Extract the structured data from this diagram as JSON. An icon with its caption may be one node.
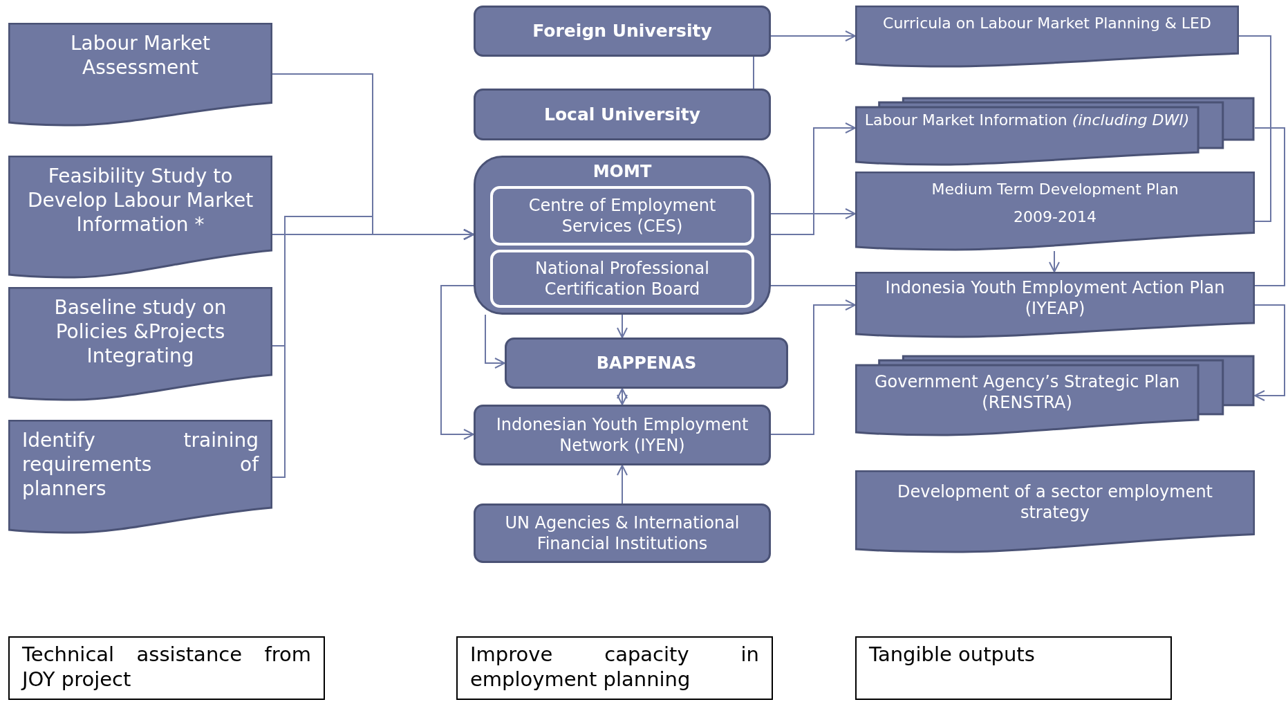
{
  "diagram": {
    "nodes": [
      {
        "text": [
          "Labour Market Assessment"
        ]
      },
      {
        "text": [
          "Feasibility Study to Develop Labour Market Information *"
        ]
      },
      {
        "text": [
          "Baseline study on Policies &Projects Integrating"
        ]
      },
      {
        "text": [
          "Identify training requirements of planners"
        ]
      },
      {
        "text": [
          "Foreign University"
        ]
      },
      {
        "text": [
          "Local University"
        ]
      },
      {
        "text": [
          "MOMT"
        ]
      },
      {
        "text": [
          "Centre of Employment Services (CES)"
        ],
        "in": 6
      },
      {
        "text": [
          "National Professional Certification Board"
        ],
        "in": 6
      },
      {
        "text": [
          "BAPPENAS"
        ]
      },
      {
        "text": [
          "Indonesian Youth Employment Network (IYEN)"
        ]
      },
      {
        "text": [
          "UN Agencies & International Financial Institutions"
        ]
      },
      {
        "text": [
          "Curricula on Labour Market Planning & LED"
        ]
      },
      {
        "text": [
          "Labour Market Information *(including DWI)*"
        ]
      },
      {
        "text": [
          "Medium Term Development Plan",
          "2009-2014"
        ]
      },
      {
        "text": [
          "Indonesia Youth Employment Action Plan (IYEAP)"
        ]
      },
      {
        "text": [
          "Government Agency’s Strategic Plan (RENSTRA)"
        ]
      },
      {
        "text": [
          "Development of a sector employment strategy"
        ]
      },
      {
        "text": [
          "Technical assistance from JOY project"
        ]
      },
      {
        "text": [
          "Improve capacity in employment planning"
        ]
      },
      {
        "text": [
          "Tangible outputs"
        ]
      }
    ],
    "edges": [
      {
        "from": 0,
        "to": 6,
        "arrow": "to"
      },
      {
        "from": 1,
        "to": 6,
        "arrow": "to"
      },
      {
        "from": 2,
        "to": 6,
        "arrow": "to"
      },
      {
        "from": 3,
        "to": 6,
        "arrow": "to"
      },
      {
        "from": 4,
        "to": 12,
        "arrow": "to"
      },
      {
        "from": 4,
        "to": 5,
        "arrow": "none"
      },
      {
        "from": 6,
        "to": 13,
        "arrow": "to"
      },
      {
        "from": 6,
        "to": 14,
        "arrow": "to"
      },
      {
        "from": 6,
        "to": 15,
        "arrow": "none"
      },
      {
        "from": 6,
        "to": 9,
        "arrow": "to"
      },
      {
        "from": 6,
        "to": 10,
        "arrow": "to"
      },
      {
        "from": 6,
        "to": 9,
        "arrow": "to"
      },
      {
        "from": 10,
        "to": 9,
        "arrow": "both"
      },
      {
        "from": 11,
        "to": 10,
        "arrow": "to"
      },
      {
        "from": 10,
        "to": 15,
        "arrow": "to"
      },
      {
        "from": 14,
        "to": 15,
        "arrow": "to"
      },
      {
        "from": 12,
        "to": 14,
        "arrow": "none"
      },
      {
        "from": 13,
        "to": 15,
        "arrow": "none"
      },
      {
        "from": 15,
        "to": 16,
        "arrow": "to"
      }
    ]
  }
}
